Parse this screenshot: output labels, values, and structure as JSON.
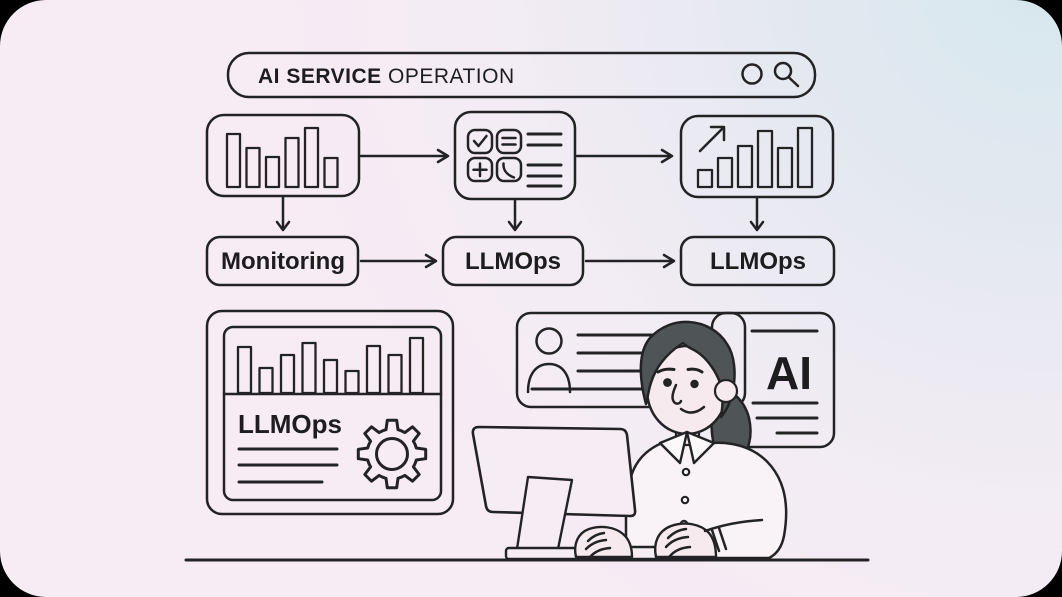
{
  "theme": {
    "corner_bg": "#000000",
    "line_color": "#232326",
    "hair_color": "#4f5556",
    "skin_color": "#f7eaef",
    "shirt_color": "#f9f2f7",
    "collar_color": "#fcf9fb",
    "panel_color": "#f6ecf4",
    "gradient_blue": "#d6e7ee",
    "gradient_mid": "#e7e9f1",
    "gradient_pink": "#f7ebf4"
  },
  "search_bar": {
    "label_bold": "AI SERVICE ",
    "label_regular": "OPERATION",
    "icons": [
      "circle-icon",
      "magnifier-icon"
    ]
  },
  "flow": {
    "box_bar_chart": {
      "icon": "bar-chart",
      "bars": [
        53,
        39,
        30,
        49,
        59,
        29
      ]
    },
    "box_checklist": {
      "icon": "checklist",
      "glyphs": [
        "check",
        "lines",
        "plus",
        "curve"
      ]
    },
    "box_trend_chart": {
      "icon": "trend-up-bar-chart",
      "bars": [
        17,
        29,
        41,
        56,
        39,
        59
      ]
    },
    "row2": [
      {
        "label": "Monitoring"
      },
      {
        "label": "LLMOps"
      },
      {
        "label": "LLMOps"
      }
    ]
  },
  "dashboard": {
    "label": "LLMOps",
    "bars": [
      46,
      25,
      38,
      50,
      33,
      22,
      47,
      38,
      55
    ],
    "icon": "gear-icon"
  },
  "id_card": {
    "icon": "person-icon"
  },
  "ai_card": {
    "label": "AI"
  },
  "scene": {
    "figure": "woman-at-computer",
    "objects": [
      "monitor",
      "monitor-stand",
      "keyboard",
      "mouse",
      "desk"
    ]
  }
}
